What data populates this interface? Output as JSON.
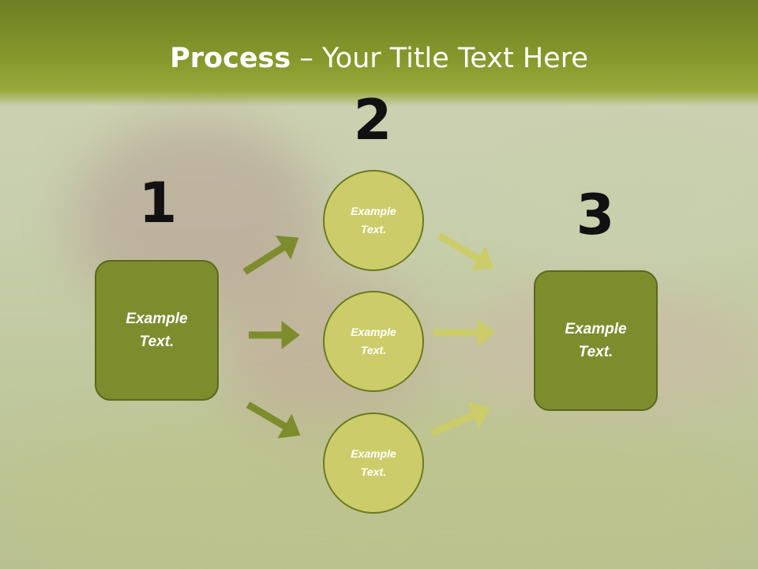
{
  "title": {
    "bold": "Process",
    "rest": " – Your Title Text Here"
  },
  "steps": {
    "one": "1",
    "two": "2",
    "three": "3"
  },
  "nodes": {
    "left_box": "Example Text.",
    "circle_top": "Example Text.",
    "circle_middle": "Example Text.",
    "circle_bottom": "Example Text.",
    "right_box": "Example Text."
  },
  "colors": {
    "header": "#86982c",
    "box_fill": "#7d8d2e",
    "circle_fill": "#cccd6a",
    "arrow_dark": "#7d8d2e",
    "arrow_light": "#cccd6a"
  }
}
